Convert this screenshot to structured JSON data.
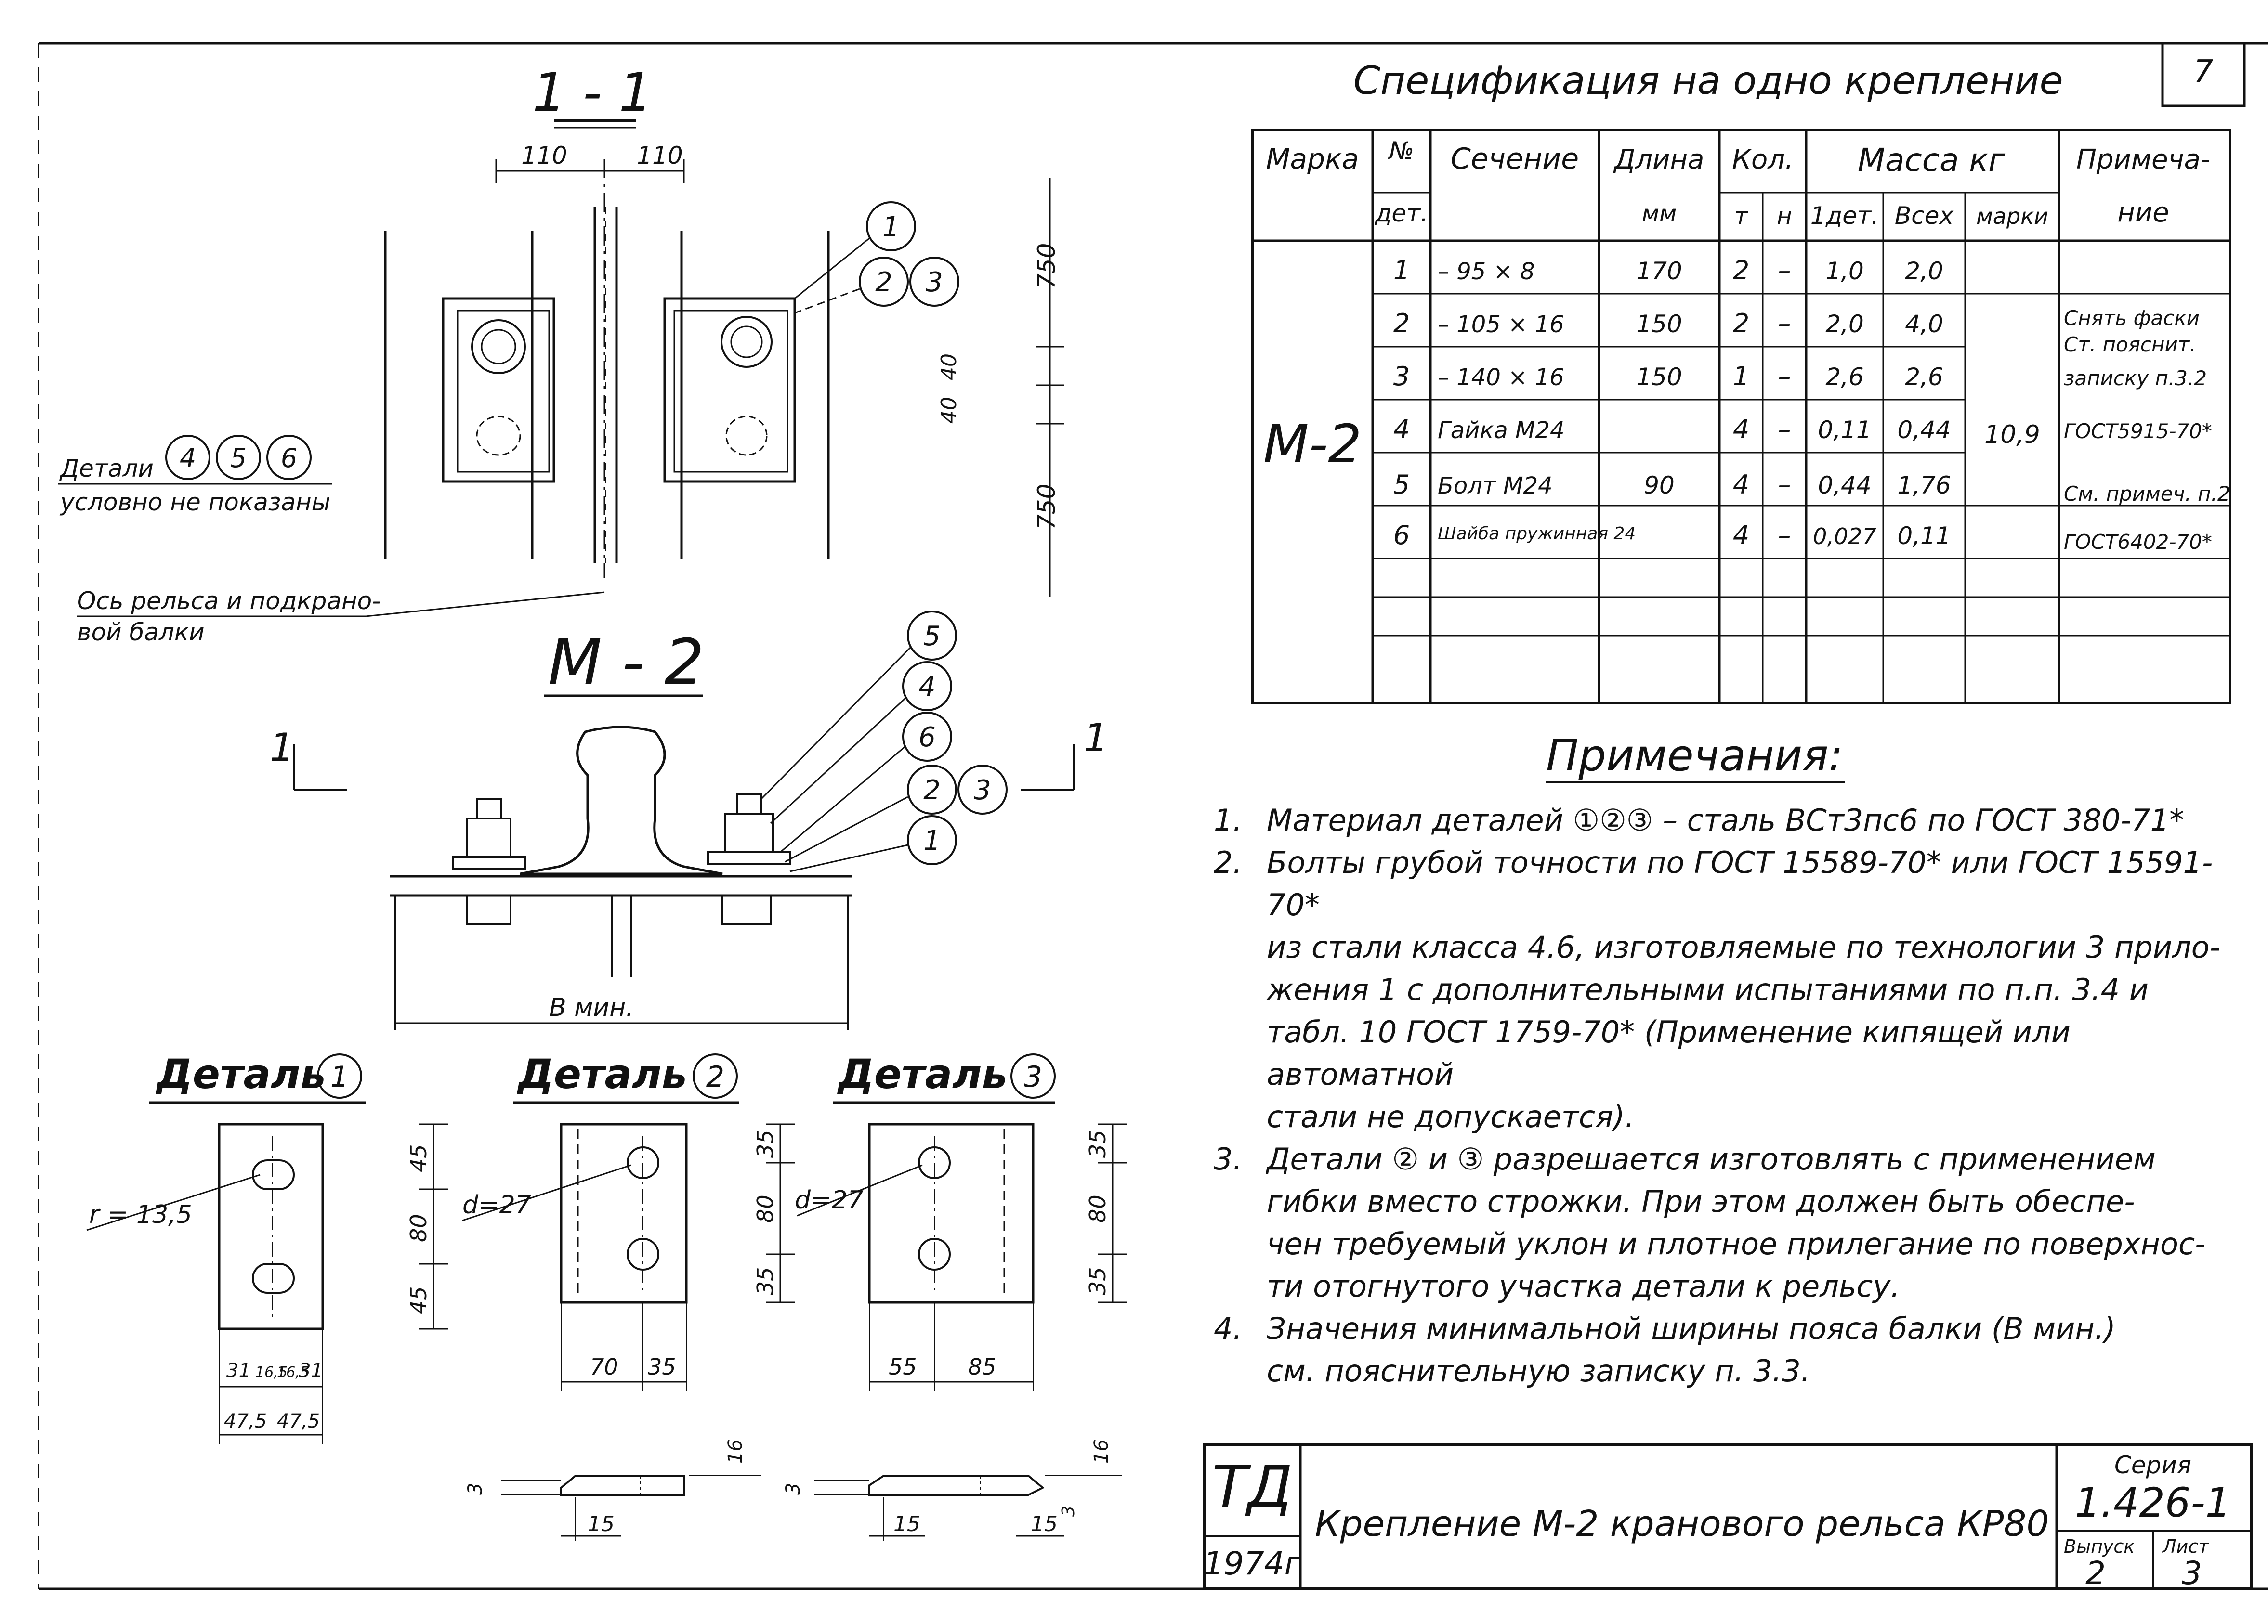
{
  "sheet_number": "7",
  "spec": {
    "title": "Спецификация на одно крепление",
    "headers": {
      "mark": "Марка",
      "part_no_top": "№",
      "part_no_bottom": "дет.",
      "section": "Сечение",
      "length_top": "Длина",
      "length_bottom": "мм",
      "qty": "Кол.",
      "qty_t": "т",
      "qty_n": "н",
      "mass": "Масса кг",
      "mass_one": "1дет.",
      "mass_all": "Всех",
      "mass_mark": "марки",
      "note_top": "Примеча-",
      "note_bottom": "ние"
    },
    "mark_value": "М-2",
    "mark_mass": "10,9",
    "rows": [
      {
        "no": "1",
        "section": "– 95 × 8",
        "length": "170",
        "qty_t": "2",
        "qty_n": "–",
        "m1": "1,0",
        "mall": "2,0",
        "note": ""
      },
      {
        "no": "2",
        "section": "– 105 × 16",
        "length": "150",
        "qty_t": "2",
        "qty_n": "–",
        "m1": "2,0",
        "mall": "4,0",
        "note": "Снять фаски"
      },
      {
        "no": "3",
        "section": "– 140 × 16",
        "length": "150",
        "qty_t": "1",
        "qty_n": "–",
        "m1": "2,6",
        "mall": "2,6",
        "note": "Ст. пояснит."
      },
      {
        "no": "4",
        "section": "Гайка М24",
        "length": "",
        "qty_t": "4",
        "qty_n": "–",
        "m1": "0,11",
        "mall": "0,44",
        "note": "записку п.3.2"
      },
      {
        "no": "5",
        "section": "Болт М24",
        "length": "90",
        "qty_t": "4",
        "qty_n": "–",
        "m1": "0,44",
        "mall": "1,76",
        "note": "ГОСТ5915-70*"
      },
      {
        "no": "6",
        "section": "Шайба пружинная 24",
        "length": "",
        "qty_t": "4",
        "qty_n": "–",
        "m1": "0,027",
        "mall": "0,11",
        "note": "См. примеч. п.2"
      }
    ],
    "extra_note": "ГОСТ6402-70*"
  },
  "notes": {
    "title": "Примечания:",
    "items": [
      {
        "num": "1.",
        "lines": [
          "Материал деталей ①②③ – сталь ВСт3пс6 по ГОСТ 380-71*"
        ]
      },
      {
        "num": "2.",
        "lines": [
          "Болты грубой точности по ГОСТ 15589-70* или ГОСТ 15591-70*",
          "из стали класса 4.6, изготовляемые по технологии 3 прило-",
          "жения 1 с дополнительными испытаниями по п.п. 3.4 и",
          "табл. 10 ГОСТ 1759-70* (Применение кипящей или автоматной",
          "стали не допускается)."
        ]
      },
      {
        "num": "3.",
        "lines": [
          "Детали ② и ③ разрешается изготовлять с применением",
          "гибки вместо строжки. При этом должен быть обеспе-",
          "чен требуемый уклон и плотное прилегание по поверхнос-",
          "ти отогнутого участка детали к рельсу."
        ]
      },
      {
        "num": "4.",
        "lines": [
          "Значения минимальной ширины пояса балки (В мин.)",
          "см. пояснительную записку п. 3.3."
        ]
      }
    ]
  },
  "drawing": {
    "section_label": "1 - 1",
    "dim_110_left": "110",
    "dim_110_right": "110",
    "dim_750_top": "750",
    "dim_750_bottom": "750",
    "dim_40a": "40",
    "dim_40b": "40",
    "details_note_1": "Детали",
    "details_note_2": "условно не показаны",
    "axis_note_1": "Ось рельса и подкрано-",
    "axis_note_2": "вой балки",
    "callout_1": "1",
    "callout_23": [
      "2",
      "3"
    ],
    "callouts_456": [
      "4",
      "5",
      "6"
    ],
    "m2_label": "М - 2",
    "b_min": "В мин.",
    "cut_mark": "1",
    "right_callouts": [
      "5",
      "4",
      "6",
      "2",
      "3",
      "1"
    ]
  },
  "details": [
    {
      "title": "Деталь",
      "num": "1",
      "dims_right": [
        "45",
        "80",
        "45"
      ],
      "hole_label": "r = 13,5",
      "dims_bottom": [
        "31",
        "16,5",
        "16,5",
        "31"
      ],
      "dims_bottom2": [
        "47,5",
        "47,5"
      ]
    },
    {
      "title": "Деталь",
      "num": "2",
      "dims_right": [
        "35",
        "80",
        "35"
      ],
      "hole_label": "d=27",
      "dims_bottom": [
        "70",
        "35"
      ]
    },
    {
      "title": "Деталь",
      "num": "3",
      "dims_right": [
        "35",
        "80",
        "35"
      ],
      "hole_label": "d=27",
      "dims_bottom": [
        "55",
        "85"
      ]
    }
  ],
  "profile_dims": {
    "left_3": "3",
    "left_16": "16",
    "left_15": "15",
    "right_3": "3",
    "right_16": "16",
    "right_15": "15",
    "right_3b": "3"
  },
  "title_block": {
    "org": "ТД",
    "year": "1974г",
    "title": "Крепление М-2 кранового рельса КР80",
    "series_label": "Серия",
    "series": "1.426-1",
    "issue_label": "Выпуск",
    "issue": "2",
    "sheet_label": "Лист",
    "sheet": "3"
  }
}
